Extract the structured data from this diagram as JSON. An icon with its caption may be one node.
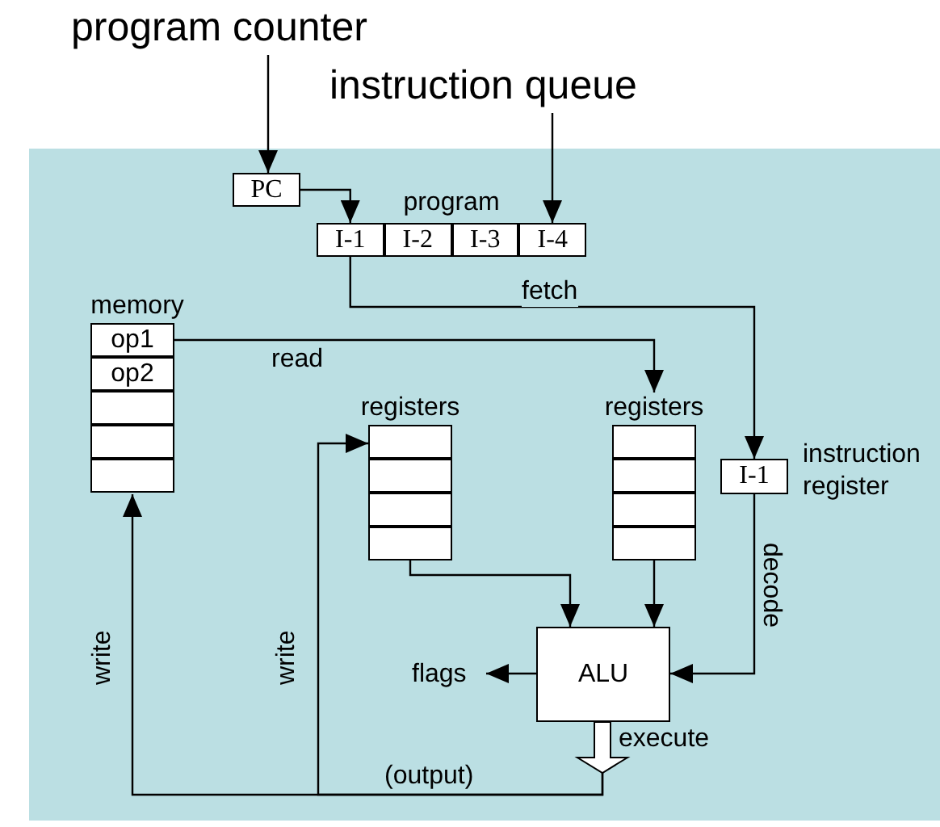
{
  "diagram": {
    "nodes": [
      {
        "text": [
          "program counter"
        ]
      },
      {
        "text": [
          "instruction queue"
        ]
      },
      {
        "text": [
          "PC"
        ]
      },
      {
        "text": [
          "program"
        ]
      },
      {
        "text": [
          "I-1"
        ],
        "in": 3
      },
      {
        "text": [
          "I-2"
        ],
        "in": 3
      },
      {
        "text": [
          "I-3"
        ],
        "in": 3
      },
      {
        "text": [
          "I-4"
        ],
        "in": 3
      },
      {
        "text": [
          "memory"
        ]
      },
      {
        "text": [
          "op1"
        ],
        "in": 8
      },
      {
        "text": [
          "op2"
        ],
        "in": 8
      },
      {
        "text": [],
        "shape": "box",
        "in": 8
      },
      {
        "text": [],
        "shape": "box",
        "in": 8
      },
      {
        "text": [],
        "shape": "box",
        "in": 8
      },
      {
        "text": [
          "registers"
        ]
      },
      {
        "text": [],
        "shape": "box",
        "in": 14
      },
      {
        "text": [],
        "shape": "box",
        "in": 14
      },
      {
        "text": [],
        "shape": "box",
        "in": 14
      },
      {
        "text": [],
        "shape": "box",
        "in": 14
      },
      {
        "text": [
          "registers"
        ]
      },
      {
        "text": [],
        "shape": "box",
        "in": 19
      },
      {
        "text": [],
        "shape": "box",
        "in": 19
      },
      {
        "text": [],
        "shape": "box",
        "in": 19
      },
      {
        "text": [],
        "shape": "box",
        "in": 19
      },
      {
        "text": [
          "I-1"
        ],
        "beside": [
          "instruction register"
        ]
      },
      {
        "text": [
          "ALU"
        ]
      },
      {
        "text": [
          "flags"
        ]
      }
    ],
    "edges": [
      {
        "from": 0,
        "to": 2,
        "arrow": "to"
      },
      {
        "from": 1,
        "to": 7,
        "arrow": "to"
      },
      {
        "from": 2,
        "to": 4,
        "arrow": "to"
      },
      {
        "from": 4,
        "to": 24,
        "arrow": "to",
        "label": "fetch"
      },
      {
        "from": 9,
        "to": 19,
        "arrow": "to",
        "label": "read"
      },
      {
        "from": 14,
        "to": 25,
        "arrow": "to"
      },
      {
        "from": 19,
        "to": 25,
        "arrow": "to"
      },
      {
        "from": 24,
        "to": 25,
        "arrow": "to",
        "label": "decode"
      },
      {
        "from": 25,
        "to": 26,
        "arrow": "to"
      },
      {
        "from": 25,
        "to": 8,
        "arrow": "to",
        "label": "write"
      },
      {
        "from": 25,
        "to": 14,
        "arrow": "to",
        "label": "write"
      },
      {
        "from": 25,
        "to": null,
        "arrow": "to",
        "label": "execute",
        "style": "thick"
      }
    ],
    "labels": [
      "(output)"
    ]
  }
}
